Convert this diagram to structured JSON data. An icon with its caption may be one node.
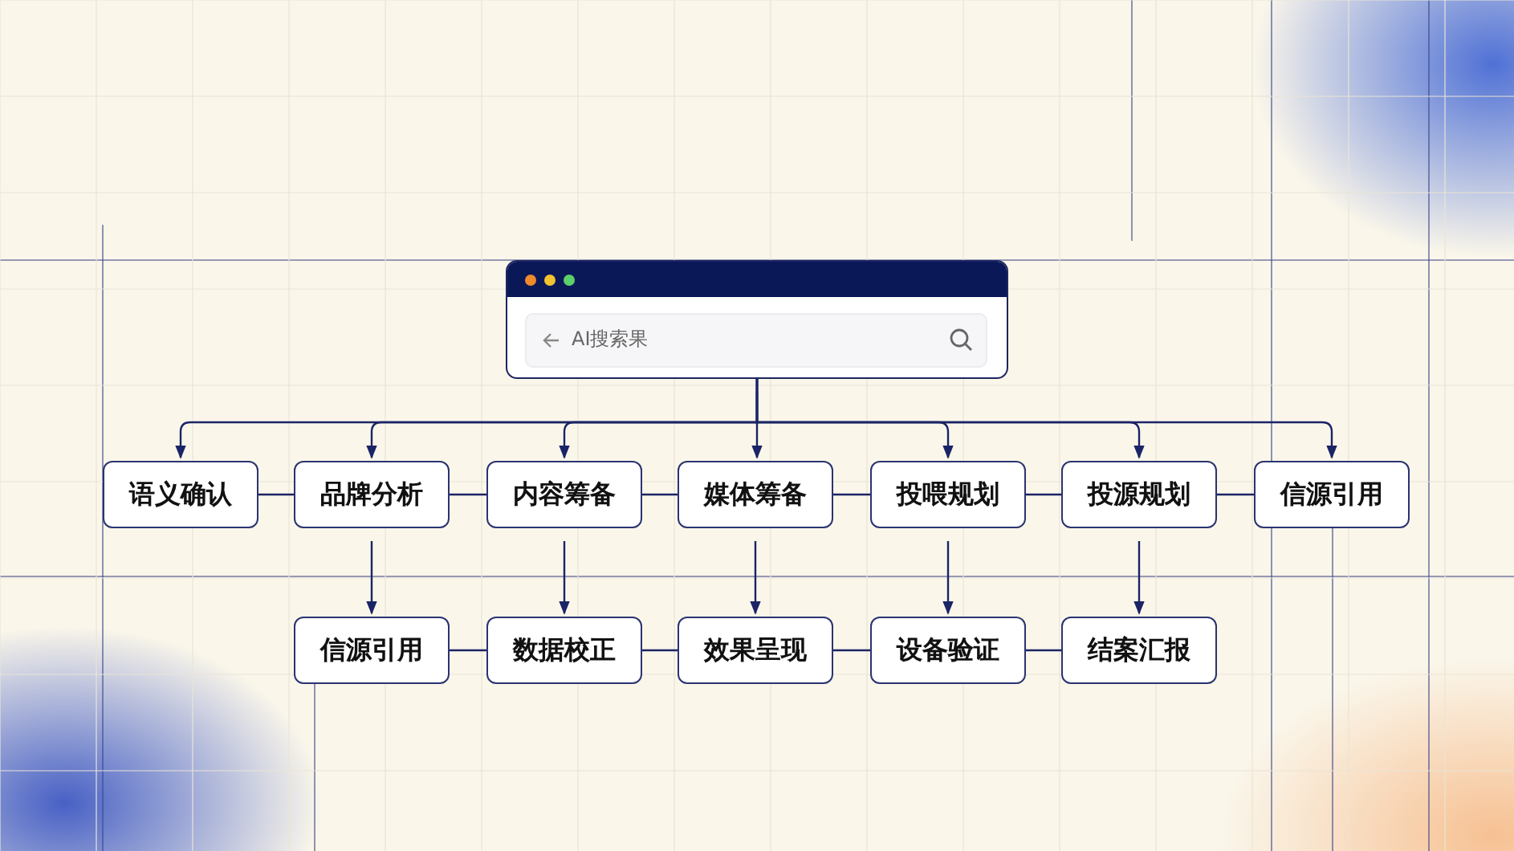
{
  "diagram": {
    "nodes": [
      {
        "text": [
          "AI搜索果"
        ]
      },
      {
        "text": [
          "语义确认"
        ]
      },
      {
        "text": [
          "品牌分析"
        ]
      },
      {
        "text": [
          "内容筹备"
        ]
      },
      {
        "text": [
          "媒体筹备"
        ]
      },
      {
        "text": [
          "投喂规划"
        ]
      },
      {
        "text": [
          "投源规划"
        ]
      },
      {
        "text": [
          "信源引用"
        ]
      },
      {
        "text": [
          "信源引用"
        ]
      },
      {
        "text": [
          "数据校正"
        ]
      },
      {
        "text": [
          "效果呈现"
        ]
      },
      {
        "text": [
          "设备验证"
        ]
      },
      {
        "text": [
          "结案汇报"
        ]
      }
    ],
    "edges": [
      {
        "from": 0,
        "to": 1,
        "arrow": "to"
      },
      {
        "from": 0,
        "to": 2,
        "arrow": "to"
      },
      {
        "from": 0,
        "to": 3,
        "arrow": "to"
      },
      {
        "from": 0,
        "to": 4,
        "arrow": "to"
      },
      {
        "from": 0,
        "to": 5,
        "arrow": "to"
      },
      {
        "from": 0,
        "to": 6,
        "arrow": "to"
      },
      {
        "from": 0,
        "to": 7,
        "arrow": "to"
      },
      {
        "from": 1,
        "to": 2,
        "arrow": "none"
      },
      {
        "from": 2,
        "to": 3,
        "arrow": "none"
      },
      {
        "from": 3,
        "to": 4,
        "arrow": "none"
      },
      {
        "from": 4,
        "to": 5,
        "arrow": "none"
      },
      {
        "from": 5,
        "to": 6,
        "arrow": "none"
      },
      {
        "from": 6,
        "to": 7,
        "arrow": "none"
      },
      {
        "from": 2,
        "to": 8,
        "arrow": "to"
      },
      {
        "from": 3,
        "to": 9,
        "arrow": "to"
      },
      {
        "from": 4,
        "to": 10,
        "arrow": "to"
      },
      {
        "from": 5,
        "to": 11,
        "arrow": "to"
      },
      {
        "from": 6,
        "to": 12,
        "arrow": "to"
      },
      {
        "from": 8,
        "to": 9,
        "arrow": "none"
      },
      {
        "from": 9,
        "to": 10,
        "arrow": "none"
      },
      {
        "from": 10,
        "to": 11,
        "arrow": "none"
      },
      {
        "from": 11,
        "to": 12,
        "arrow": "none"
      }
    ]
  }
}
